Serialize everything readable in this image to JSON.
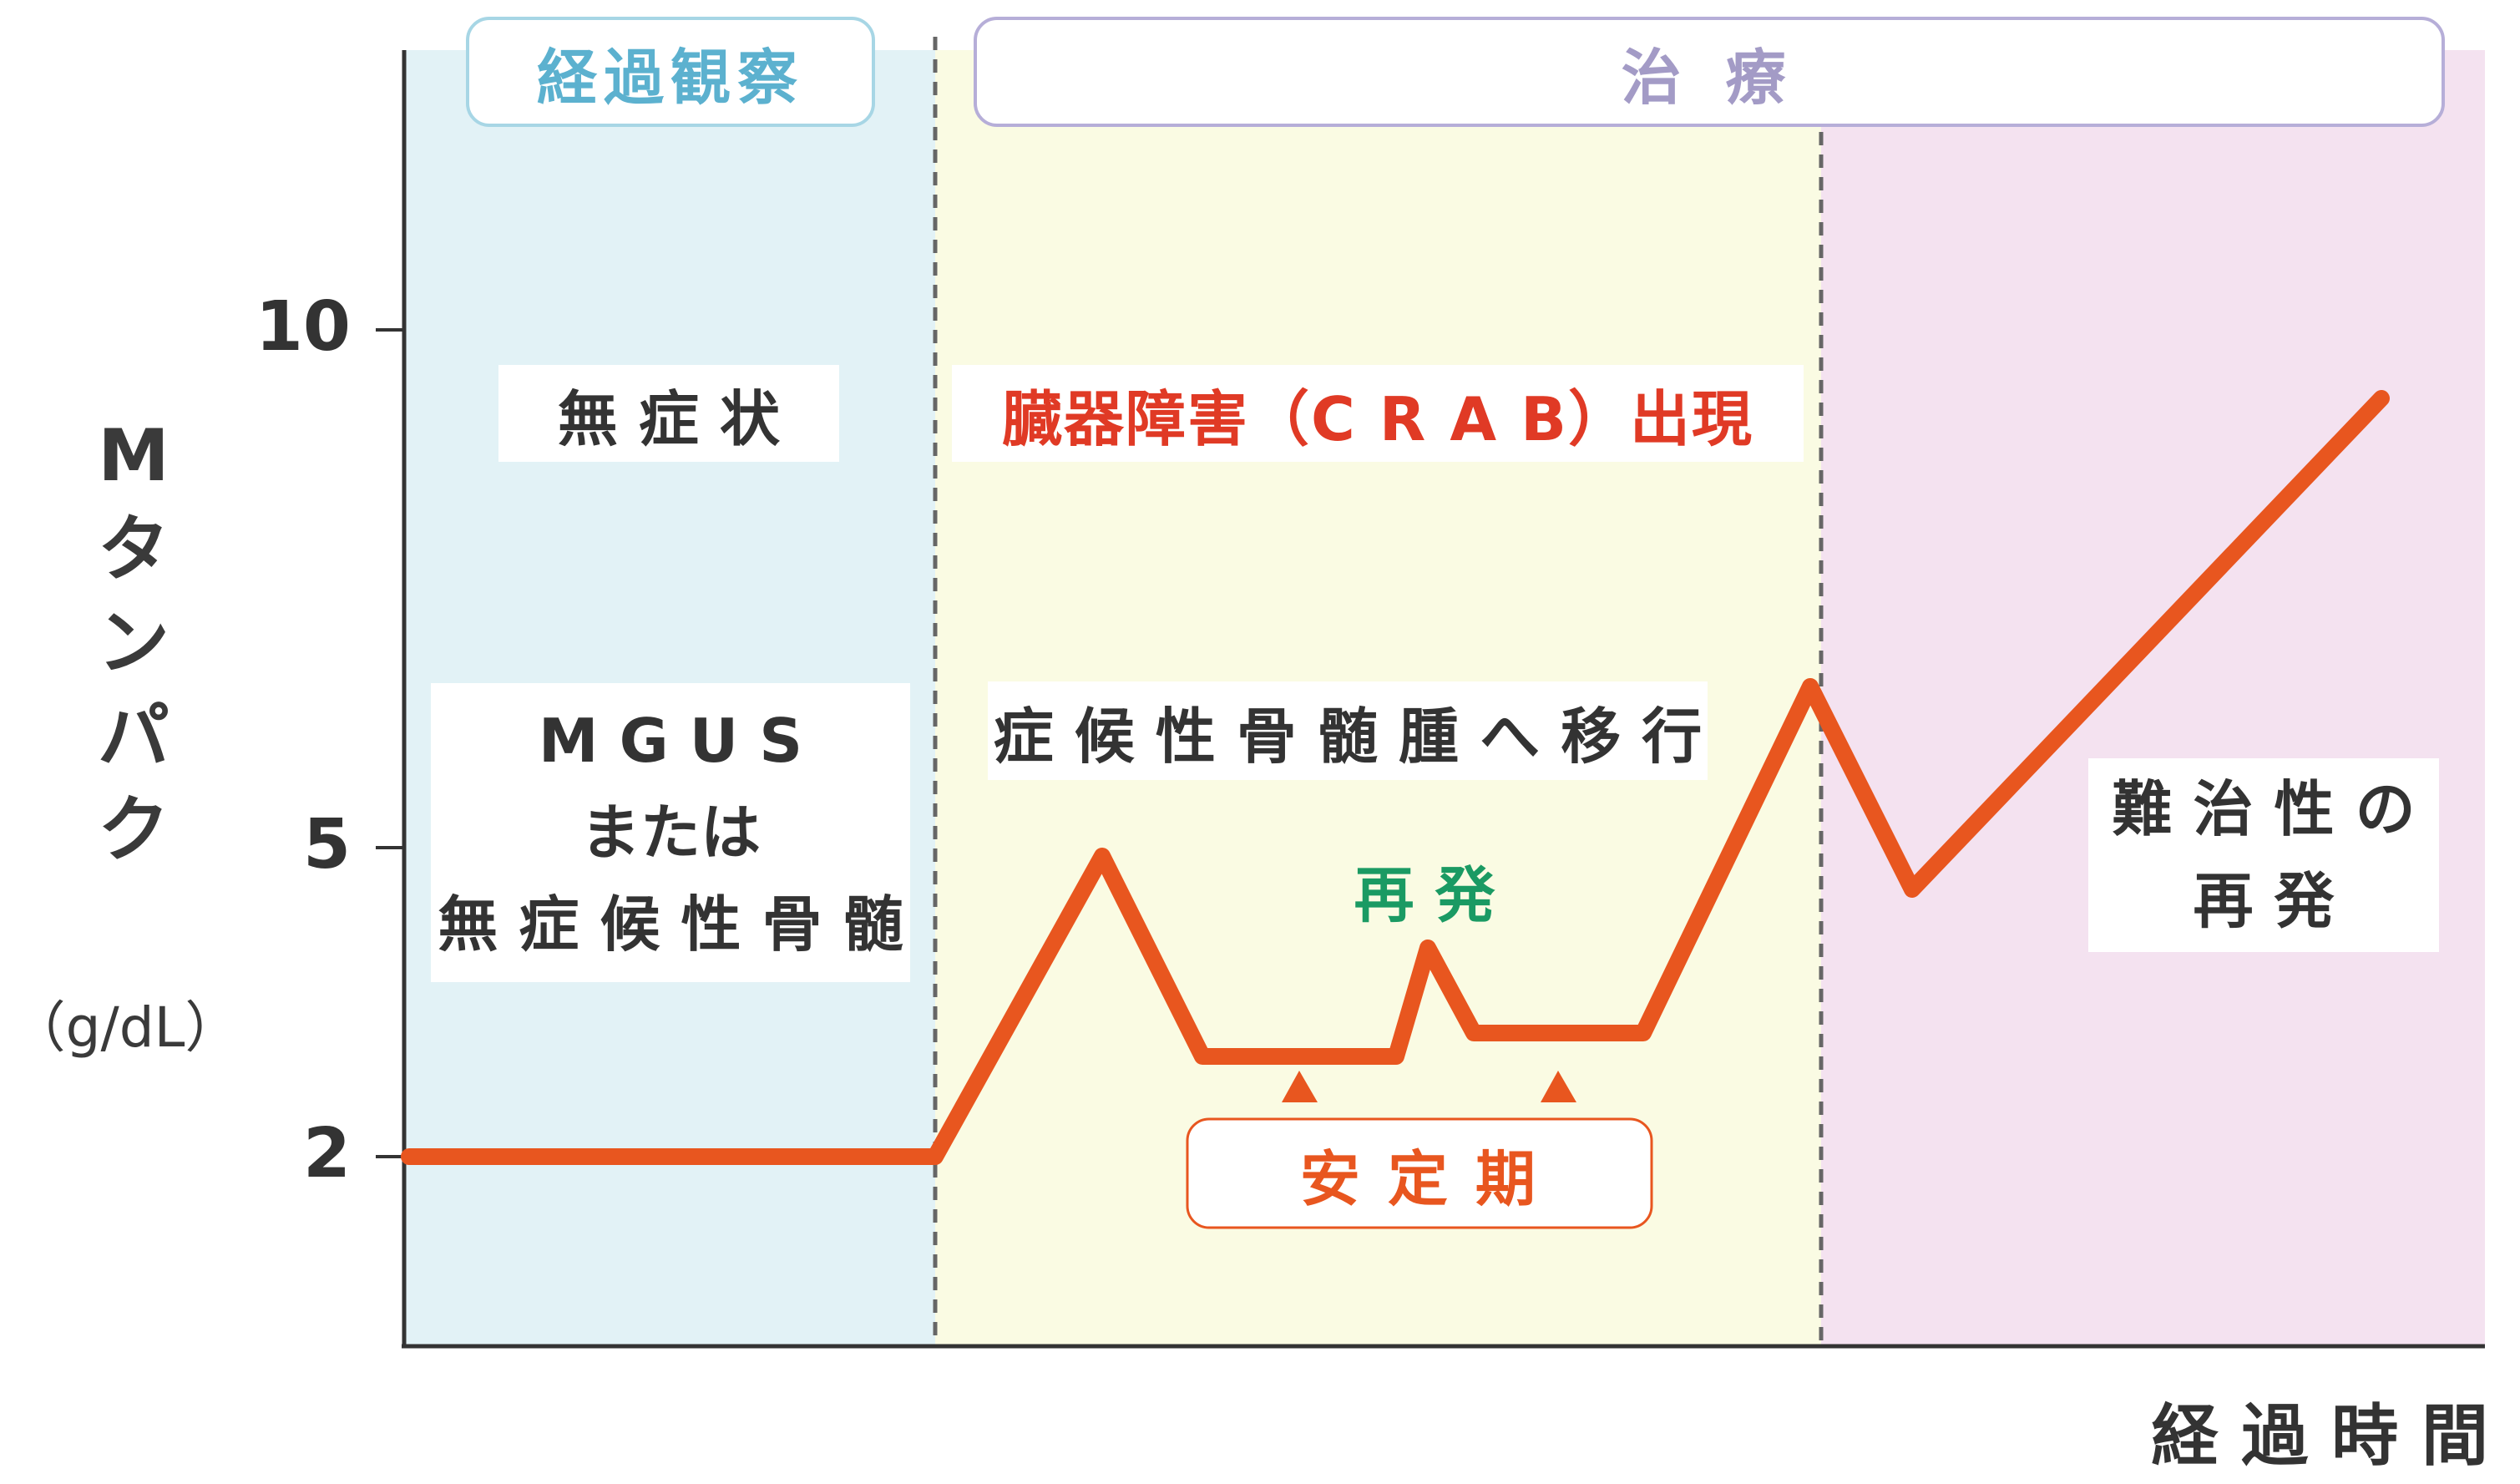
{
  "colors": {
    "observation_bg": "#e2f2f6",
    "treatment_bg": "#fafbe3",
    "refractory_bg": "#f4e2f0",
    "line": "#e8561f",
    "observation_text": "#5cb1cf",
    "treatment_text": "#a39bc6",
    "crab_text": "#e03a25",
    "relapse_text": "#1a9a63",
    "stable_text": "#e8561f",
    "axis": "#333333",
    "divider": "#666666"
  },
  "phases": {
    "observation": "経過観察",
    "treatment": "治 療"
  },
  "labels": {
    "asymptomatic": "無 症 状",
    "crab": "臓器障害（C R A B）出現",
    "mgus_line1": "M G U S",
    "mgus_line2": "または",
    "mgus_line3": "無 症 候 性 骨 髄",
    "transition": "症 候 性 骨 髄 腫 へ 移 行",
    "relapse": "再 発",
    "stable": "安 定 期",
    "refractory_line1": "難 治 性 の",
    "refractory_line2": "再 発",
    "stable_marker_icon": "triangle-up-icon"
  },
  "axes": {
    "ylabel_chars": [
      "M",
      "タ",
      "ン",
      "パ",
      "ク"
    ],
    "ylabel_unit": "（g/dL）",
    "xlabel": "経 過 時 間",
    "yticks": [
      {
        "label": "10",
        "value": 10
      },
      {
        "label": "5",
        "value": 5
      },
      {
        "label": "2",
        "value": 2
      }
    ]
  }
}
